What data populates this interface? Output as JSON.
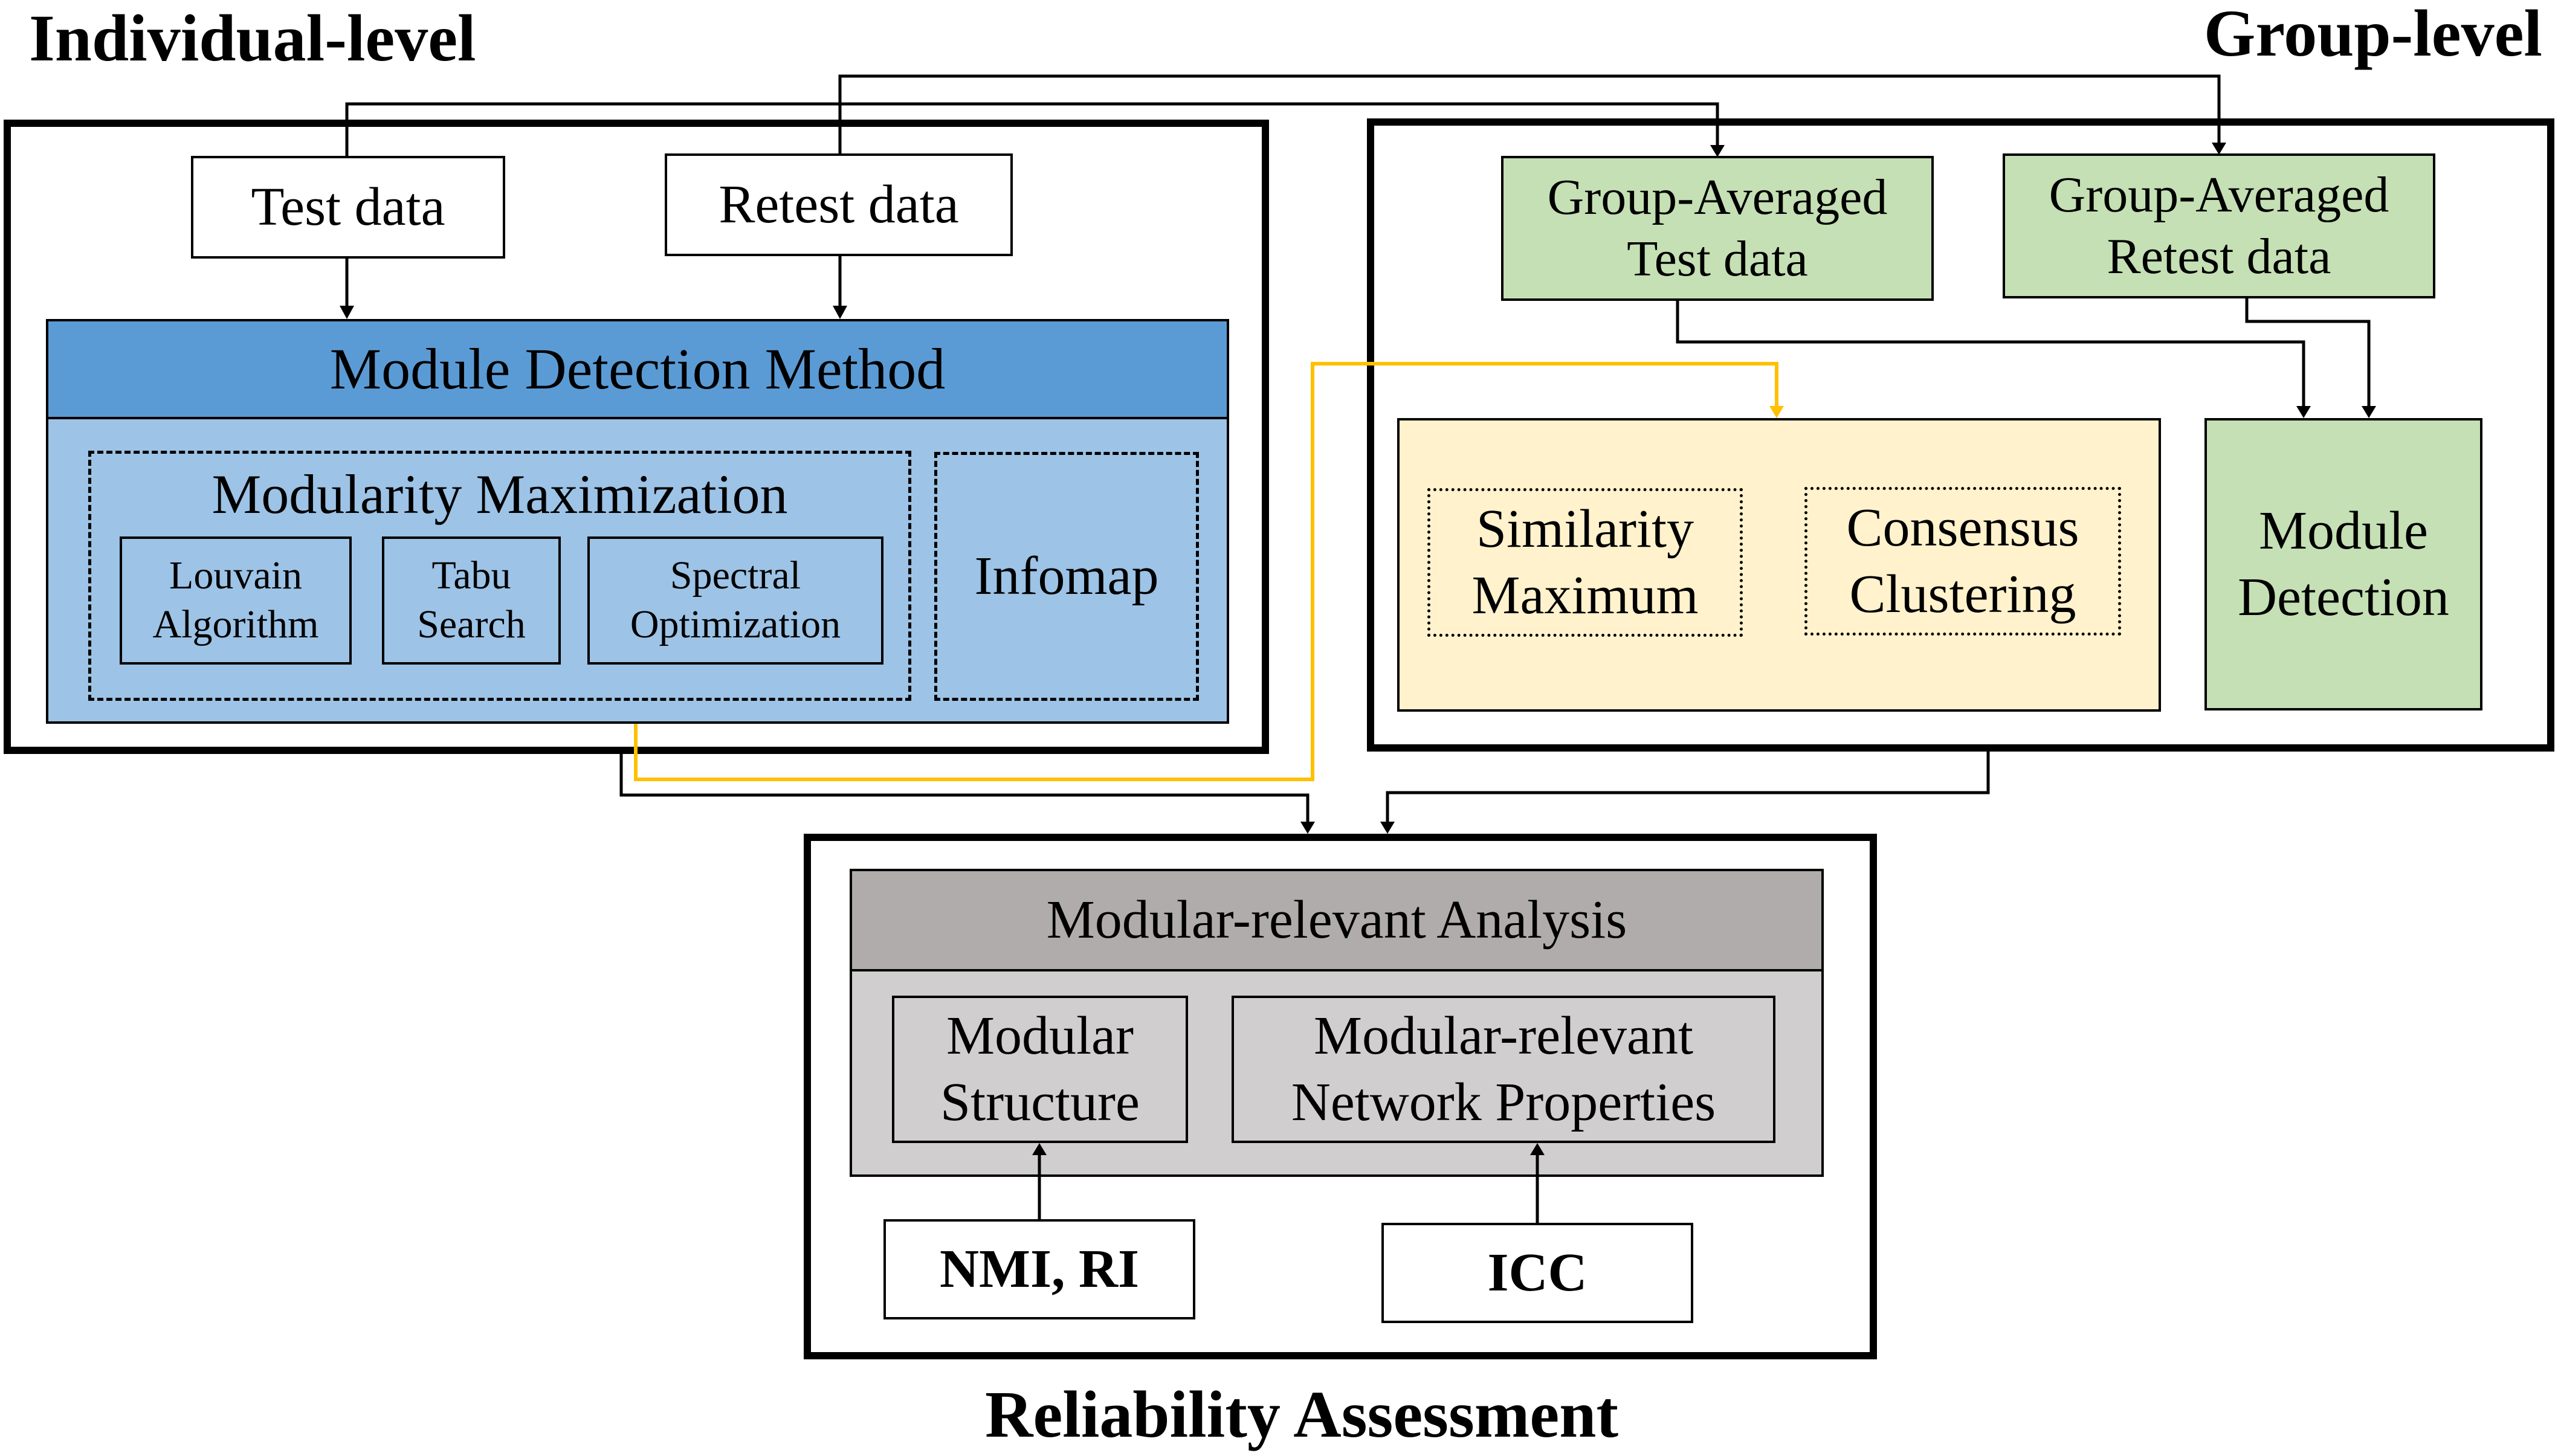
{
  "headings": {
    "individual": "Individual-level",
    "group": "Group-level",
    "reliability": "Reliability Assessment"
  },
  "individual": {
    "test_data": "Test data",
    "retest_data": "Retest data",
    "module_detection_method": "Module Detection Method",
    "modularity_maximization": "Modularity Maximization",
    "louvain": "Louvain\nAlgorithm",
    "tabu": "Tabu\nSearch",
    "spectral": "Spectral\nOptimization",
    "infomap": "Infomap"
  },
  "group": {
    "avg_test": "Group-Averaged\nTest data",
    "avg_retest": "Group-Averaged\nRetest data",
    "similarity": "Similarity\nMaximum",
    "consensus": "Consensus\nClustering",
    "module_detection": "Module\nDetection"
  },
  "reliability": {
    "analysis": "Modular-relevant Analysis",
    "modular_structure": "Modular\nStructure",
    "network_properties": "Modular-relevant\nNetwork Properties",
    "nmi_ri": "NMI, RI",
    "icc": "ICC"
  },
  "colors": {
    "blue_header": "#5b9bd5",
    "blue_body": "#9dc3e6",
    "green": "#c5e0b4",
    "yellow": "#fff2cc",
    "gray_header": "#b0acac",
    "gray_body": "#d0cece",
    "yellow_line": "#ffc000"
  }
}
